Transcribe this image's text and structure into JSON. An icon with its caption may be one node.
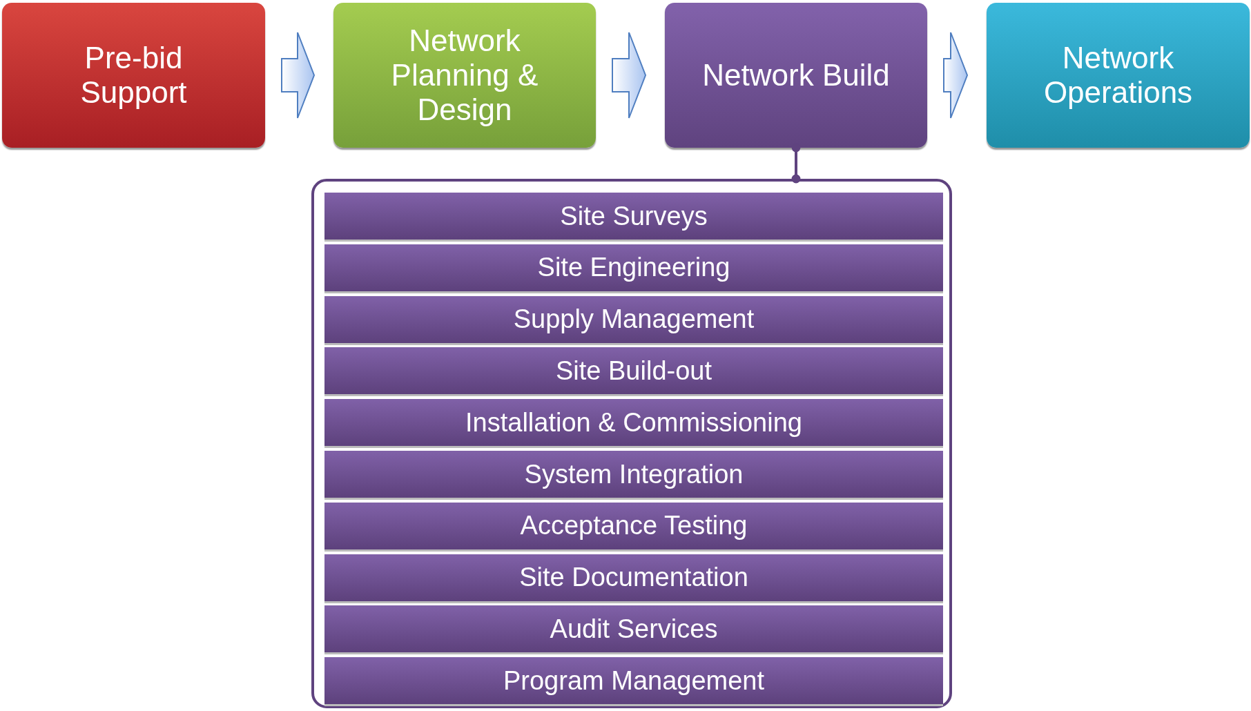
{
  "diagram": {
    "nodes": [
      {
        "text": [
          "Pre-bid Support"
        ]
      },
      {
        "text": [
          "Network Planning & Design"
        ]
      },
      {
        "text": [
          "Network Build"
        ]
      },
      {
        "text": [
          "Network Operations"
        ]
      },
      {
        "text": [],
        "shape": "box"
      },
      {
        "text": [
          "Site Surveys"
        ],
        "in": 4
      },
      {
        "text": [
          "Site Engineering"
        ],
        "in": 4
      },
      {
        "text": [
          "Supply Management"
        ],
        "in": 4
      },
      {
        "text": [
          "Site Build-out"
        ],
        "in": 4
      },
      {
        "text": [
          "Installation & Commissioning"
        ],
        "in": 4
      },
      {
        "text": [
          "System Integration"
        ],
        "in": 4
      },
      {
        "text": [
          "Acceptance Testing"
        ],
        "in": 4
      },
      {
        "text": [
          "Site Documentation"
        ],
        "in": 4
      },
      {
        "text": [
          "Audit Services"
        ],
        "in": 4
      },
      {
        "text": [
          "Program Management"
        ],
        "in": 4
      }
    ],
    "edges": [
      {
        "from": 0,
        "to": 1,
        "arrow": "to",
        "style": "thick"
      },
      {
        "from": 1,
        "to": 2,
        "arrow": "to",
        "style": "thick"
      },
      {
        "from": 2,
        "to": 3,
        "arrow": "to",
        "style": "thick"
      },
      {
        "from": 2,
        "to": 4,
        "arrow": "other"
      }
    ]
  }
}
